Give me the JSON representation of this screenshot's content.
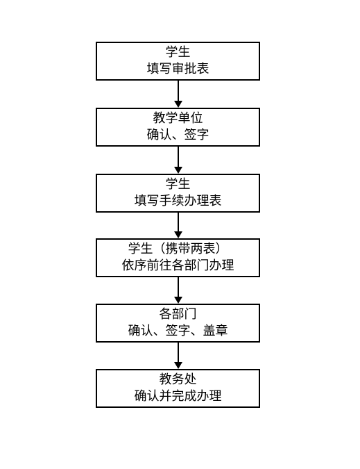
{
  "flowchart": {
    "steps": [
      {
        "line1": "学生",
        "line2": "填写审批表"
      },
      {
        "line1": "教学单位",
        "line2": "确认、签字"
      },
      {
        "line1": "学生",
        "line2": "填写手续办理表"
      },
      {
        "line1": "学生（携带两表）",
        "line2": "依序前往各部门办理"
      },
      {
        "line1": "各部门",
        "line2": "确认、签字、盖章"
      },
      {
        "line1": "教务处",
        "line2": "确认并完成办理"
      }
    ]
  }
}
